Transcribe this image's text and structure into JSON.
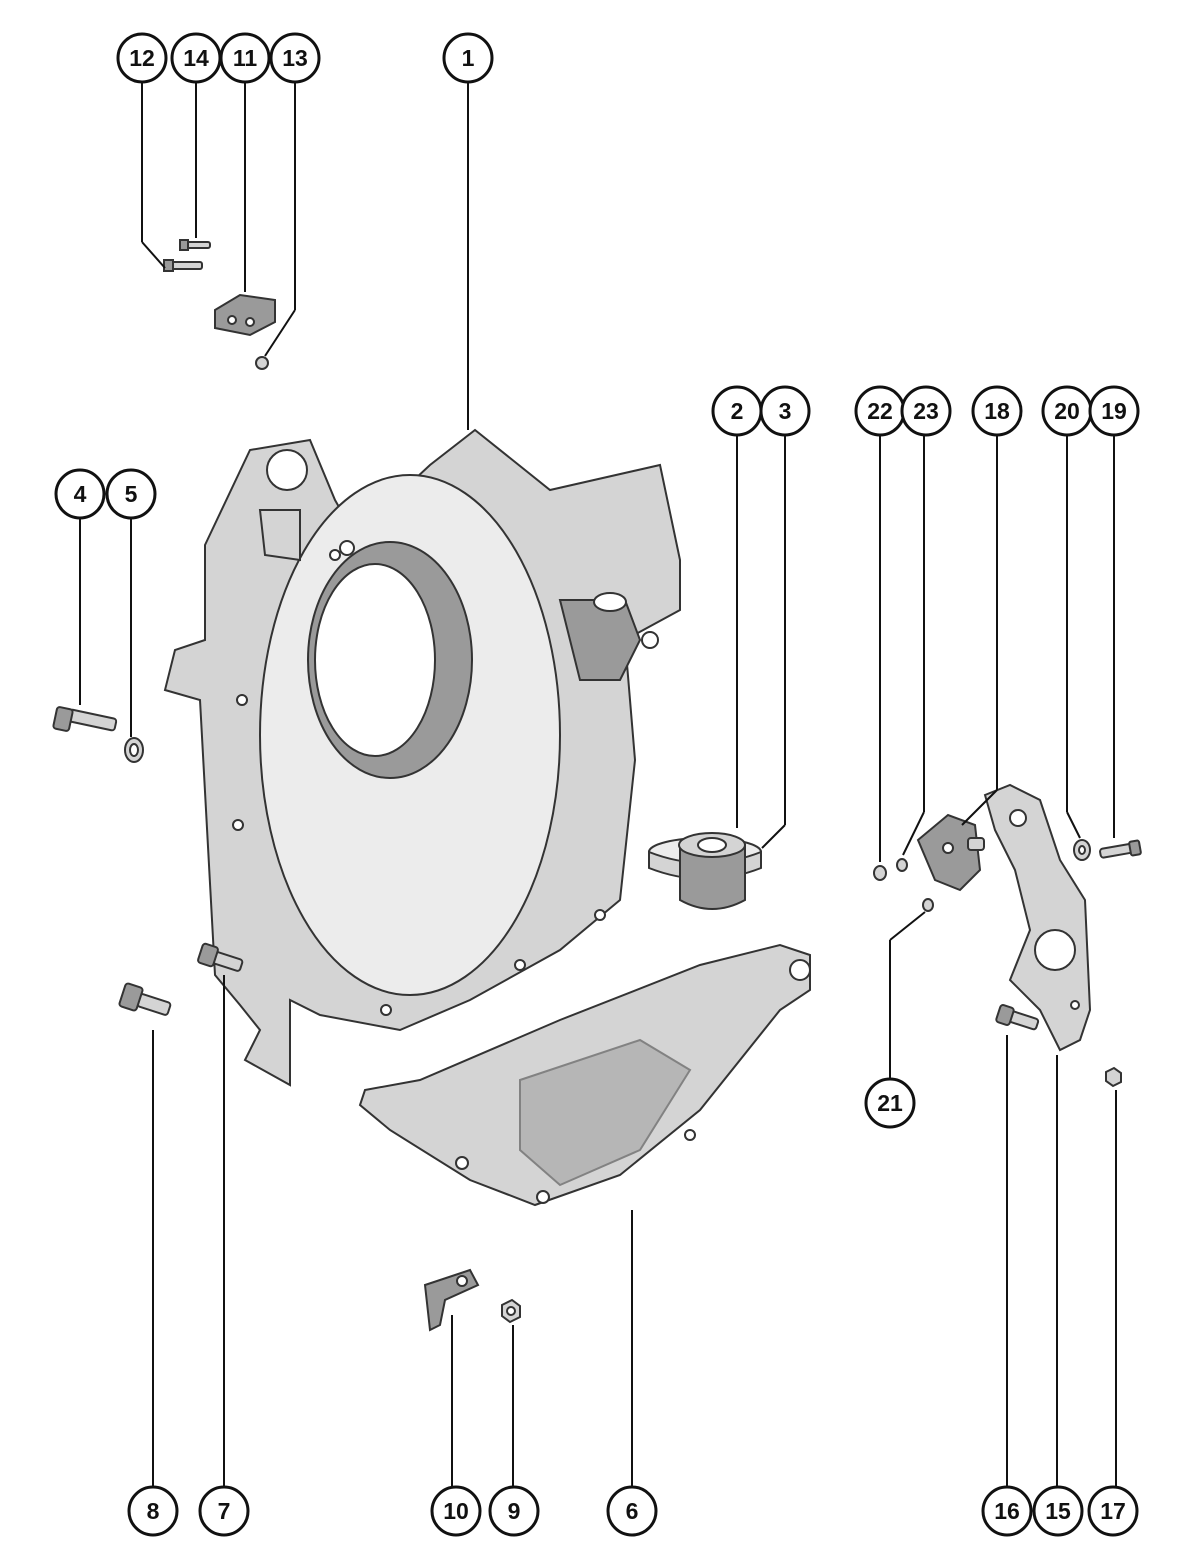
{
  "callouts": [
    {
      "id": "12",
      "label": "12"
    },
    {
      "id": "14",
      "label": "14"
    },
    {
      "id": "11",
      "label": "11"
    },
    {
      "id": "13",
      "label": "13"
    },
    {
      "id": "1",
      "label": "1"
    },
    {
      "id": "2",
      "label": "2"
    },
    {
      "id": "3",
      "label": "3"
    },
    {
      "id": "22",
      "label": "22"
    },
    {
      "id": "23",
      "label": "23"
    },
    {
      "id": "18",
      "label": "18"
    },
    {
      "id": "20",
      "label": "20"
    },
    {
      "id": "19",
      "label": "19"
    },
    {
      "id": "4",
      "label": "4"
    },
    {
      "id": "5",
      "label": "5"
    },
    {
      "id": "21",
      "label": "21"
    },
    {
      "id": "8",
      "label": "8"
    },
    {
      "id": "7",
      "label": "7"
    },
    {
      "id": "10",
      "label": "10"
    },
    {
      "id": "9",
      "label": "9"
    },
    {
      "id": "6",
      "label": "6"
    },
    {
      "id": "16",
      "label": "16"
    },
    {
      "id": "15",
      "label": "15"
    },
    {
      "id": "17",
      "label": "17"
    }
  ],
  "colors": {
    "ink": "#111111",
    "casting": "#d4d4d4",
    "background": "#ffffff"
  }
}
